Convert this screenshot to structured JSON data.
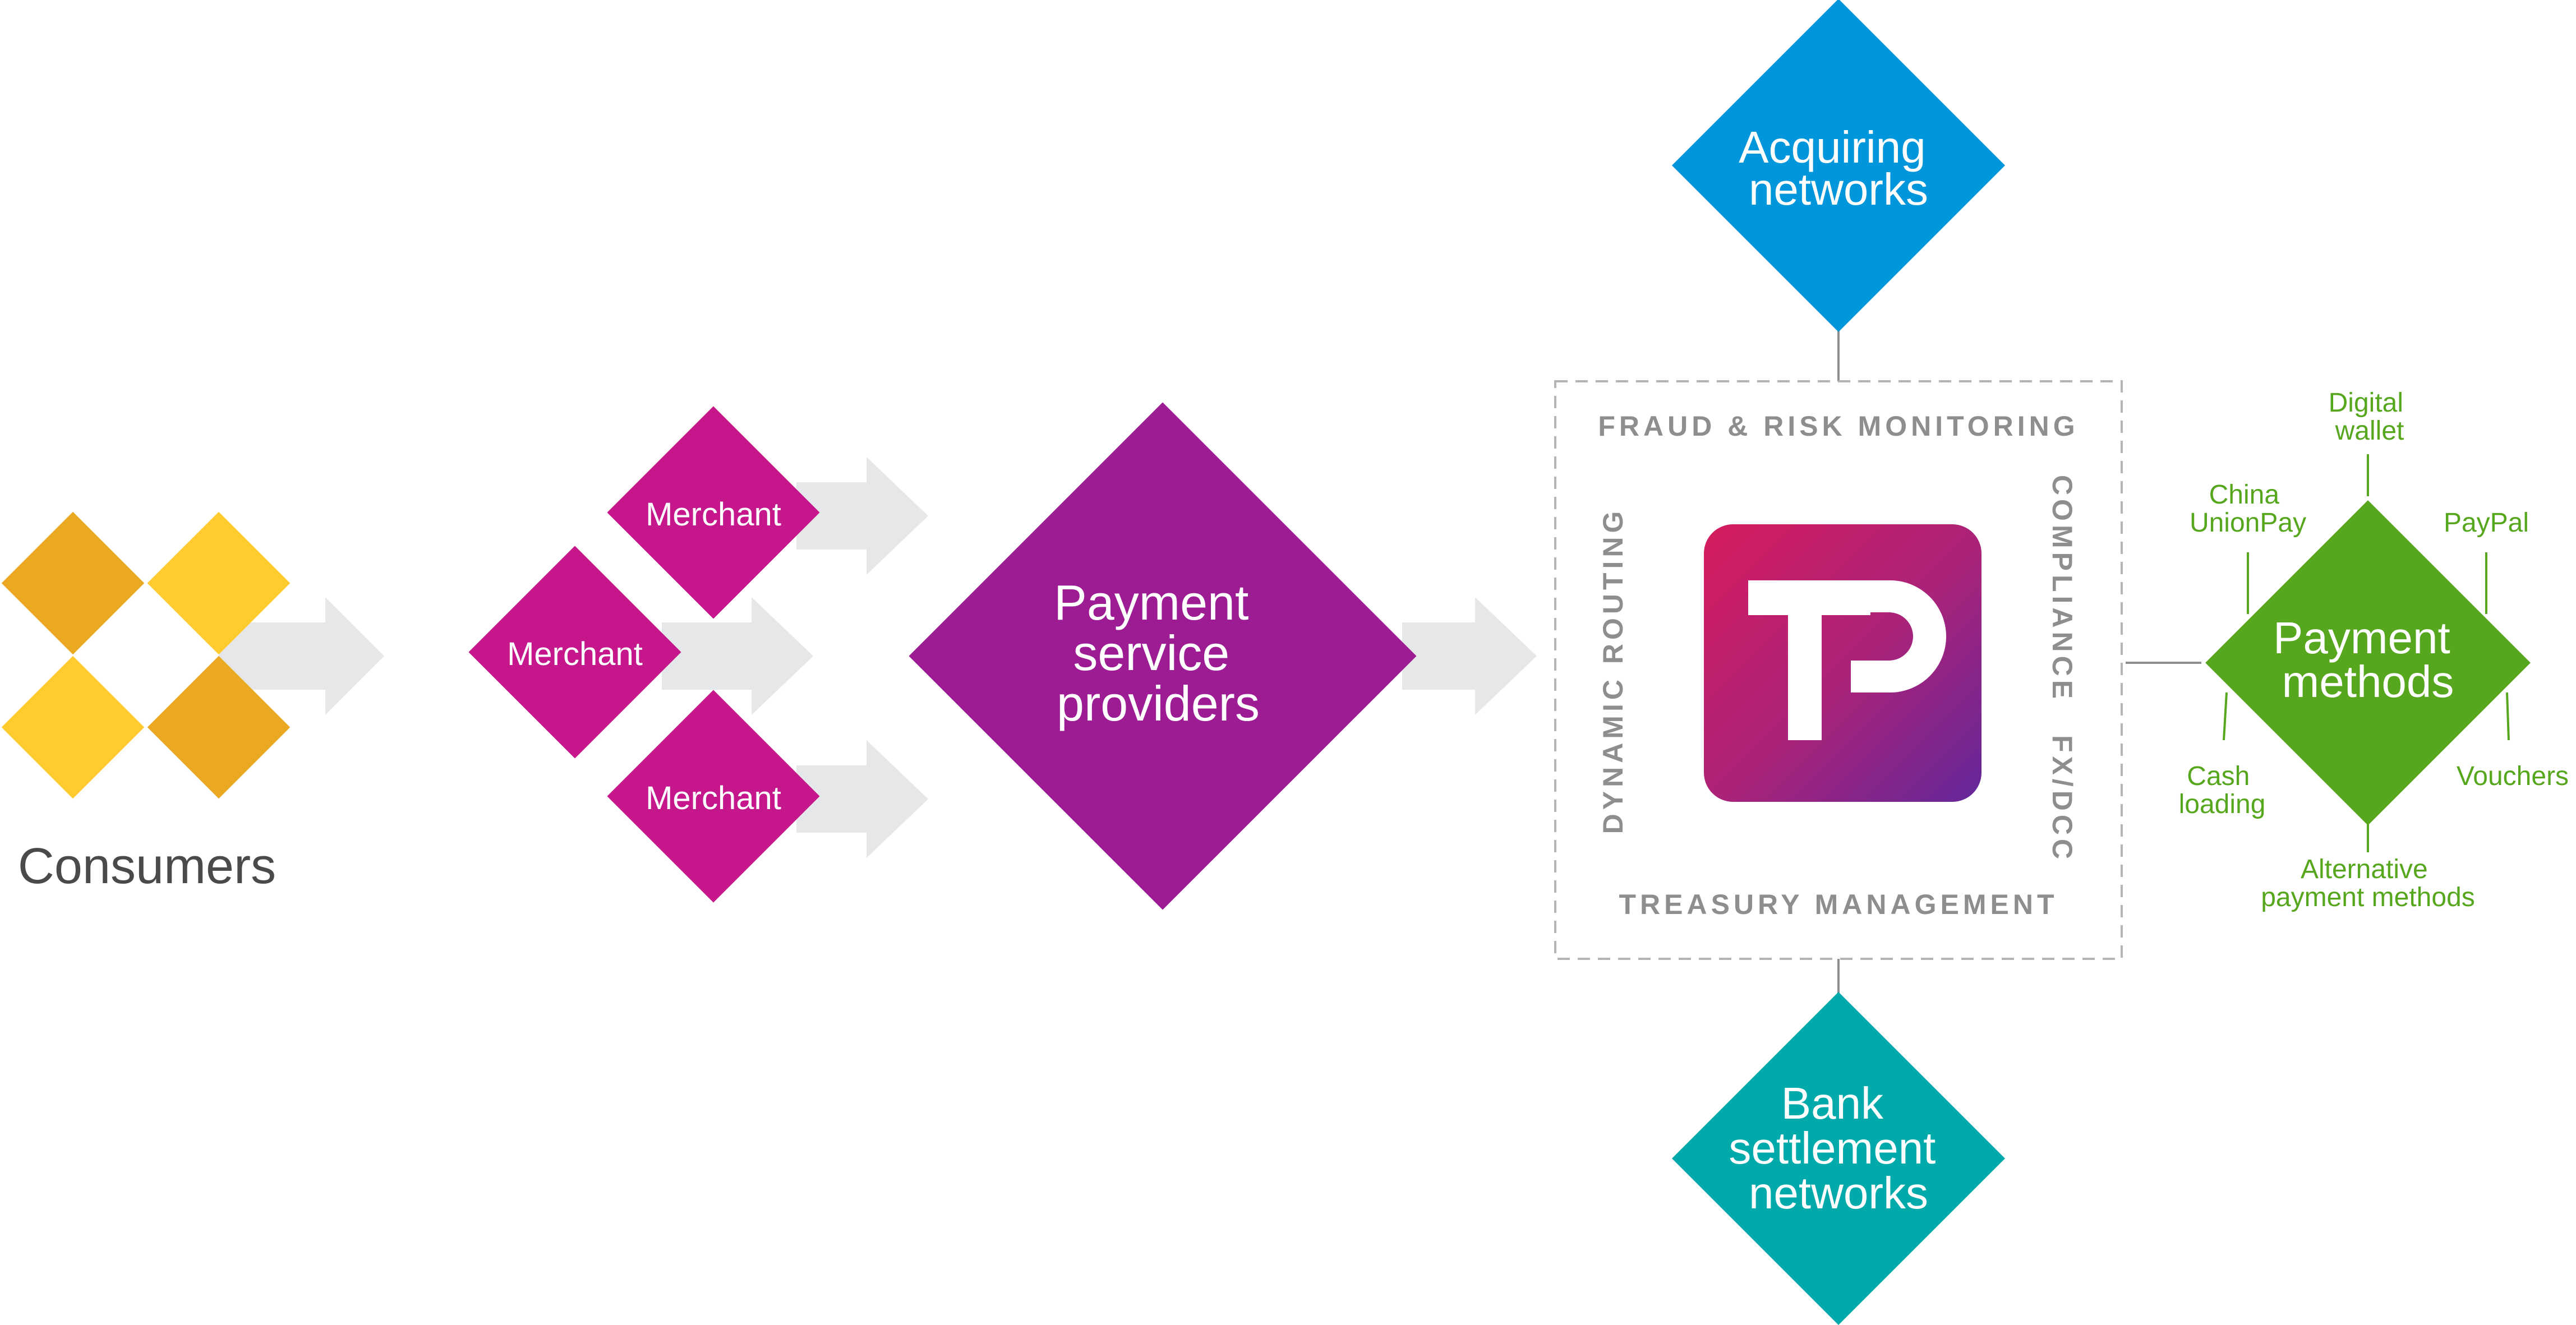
{
  "consumers": {
    "label": "Consumers"
  },
  "merchants": [
    {
      "label": "Merchant"
    },
    {
      "label": "Merchant"
    },
    {
      "label": "Merchant"
    }
  ],
  "psp": {
    "line1": "Payment",
    "line2": "service",
    "line3": "providers"
  },
  "acquiring": {
    "line1": "Acquiring",
    "line2": "networks"
  },
  "bank": {
    "line1": "Bank",
    "line2": "settlement",
    "line3": "networks"
  },
  "platform": {
    "top": "FRAUD & RISK MONITORING",
    "bottom": "TREASURY MANAGEMENT",
    "left": "DYNAMIC ROUTING",
    "right_top": "COMPLIANCE",
    "right_bottom": "FX/DCC",
    "logo": "TP"
  },
  "payment_methods": {
    "line1": "Payment",
    "line2": "methods",
    "digital_wallet": {
      "line1": "Digital",
      "line2": "wallet"
    },
    "china_unionpay": {
      "line1": "China",
      "line2": "UnionPay"
    },
    "paypal": "PayPal",
    "cash_loading": {
      "line1": "Cash",
      "line2": "loading"
    },
    "vouchers": "Vouchers",
    "alternative": {
      "line1": "Alternative",
      "line2": "payment methods"
    }
  },
  "colors": {
    "consumer_dark": "#EBA823",
    "consumer_light": "#FFCB2E",
    "merchant": "#C5168C",
    "psp": "#9D1C93",
    "acquiring": "#0096DB",
    "bank": "#00AAAA",
    "payment_methods": "#56A61E",
    "arrow": "#E6E7E8",
    "platform_text": "#8E8E8E",
    "logo_start": "#D61C5E",
    "logo_end": "#62279A"
  }
}
